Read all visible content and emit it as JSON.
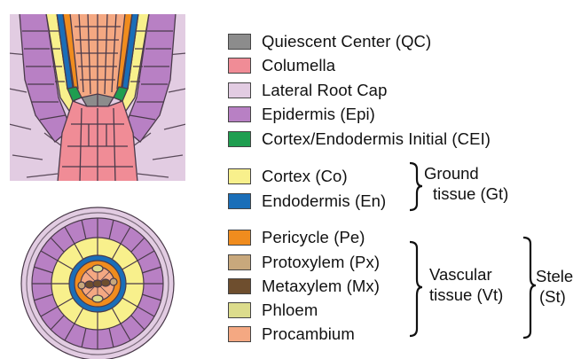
{
  "legend": [
    {
      "label": "Quiescent Center (QC)",
      "color": "#8c8c8c"
    },
    {
      "label": "Columella",
      "color": "#f08c96"
    },
    {
      "label": "Lateral Root Cap",
      "color": "#e2cce2"
    },
    {
      "label": "Epidermis (Epi)",
      "color": "#b880c4"
    },
    {
      "label": "Cortex/Endodermis Initial (CEI)",
      "color": "#1f9e50"
    },
    {
      "label": "Cortex (Co)",
      "color": "#f8f08c"
    },
    {
      "label": "Endodermis (En)",
      "color": "#1a6eb8"
    },
    {
      "label": "Pericycle (Pe)",
      "color": "#f08c1e"
    },
    {
      "label": "Protoxylem (Px)",
      "color": "#c8a87c"
    },
    {
      "label": "Metaxylem (Mx)",
      "color": "#6e4e2e"
    },
    {
      "label": "Phloem",
      "color": "#dcdc8c"
    },
    {
      "label": "Procambium",
      "color": "#f4a882"
    }
  ],
  "groups": {
    "ground_line1": "Ground",
    "ground_line2": "tissue (Gt)",
    "vascular_line1": "Vascular",
    "vascular_line2": "tissue (Vt)",
    "stele_line1": "Stele",
    "stele_line2": "(St)"
  }
}
